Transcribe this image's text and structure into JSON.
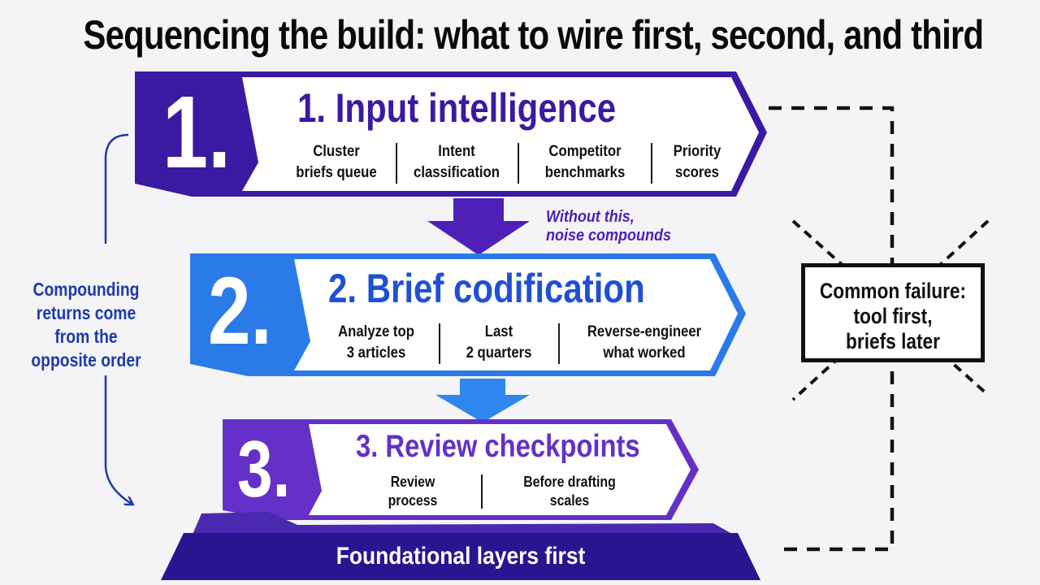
{
  "title": "Sequencing the build: what to wire first, second, and third",
  "colors": {
    "step1": "#3b1aa3",
    "step2": "#2a7be8",
    "step3": "#6430c8",
    "step2_title": "#1f4fd6",
    "base": "#2a1590",
    "side_text": "#1e3aa8",
    "note_text": "#4a1fb8"
  },
  "steps": [
    {
      "number": "1.",
      "title": "1. Input intelligence",
      "items": [
        {
          "lines": [
            "Cluster",
            "briefs queue"
          ]
        },
        {
          "lines": [
            "Intent",
            "classification"
          ]
        },
        {
          "lines": [
            "Competitor",
            "benchmarks"
          ]
        },
        {
          "lines": [
            "Priority",
            "scores"
          ]
        }
      ]
    },
    {
      "number": "2.",
      "title": "2. Brief codification",
      "items": [
        {
          "lines": [
            "Analyze top",
            "3 articles"
          ]
        },
        {
          "lines": [
            "Last",
            "2 quarters"
          ]
        },
        {
          "lines": [
            "Reverse-engineer",
            "what worked"
          ]
        }
      ]
    },
    {
      "number": "3.",
      "title": "3. Review checkpoints",
      "items": [
        {
          "lines": [
            "Review",
            "process"
          ]
        },
        {
          "lines": [
            "Before drafting",
            "scales"
          ]
        }
      ]
    }
  ],
  "arrow_note": [
    "Without this,",
    "noise compounds"
  ],
  "side_note": [
    "Compounding",
    "returns come",
    "from the",
    "opposite order"
  ],
  "failure": [
    "Common failure:",
    "tool first,",
    "briefs later"
  ],
  "base_label": "Foundational  layers first",
  "icons": {
    "down_arrow": "down-arrow-icon",
    "curved_arrow": "curved-arrow-icon",
    "cross": "x-cross-icon"
  }
}
